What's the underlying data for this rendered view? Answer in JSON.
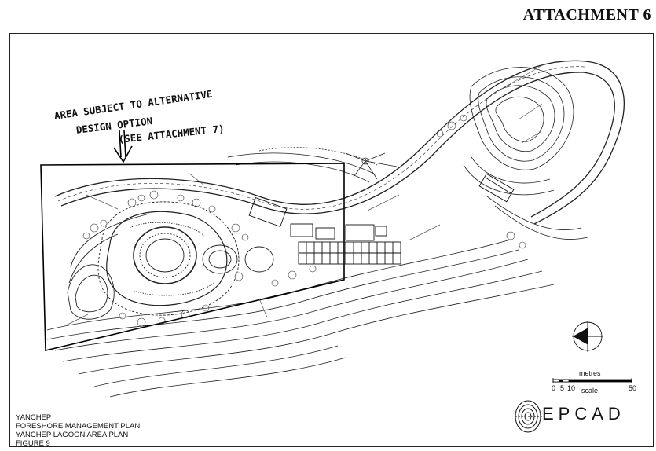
{
  "header": {
    "attachment_label": "ATTACHMENT 6"
  },
  "annotation": {
    "line1": "AREA SUBJECT TO ALTERNATIVE",
    "line2": "DESIGN OPTION",
    "line3": "(SEE ATTACHMENT 7)"
  },
  "title_block": {
    "line1": "YANCHEP",
    "line2": "FORESHORE MANAGEMENT PLAN",
    "line3": "YANCHEP LAGOON AREA PLAN",
    "line4": "FIGURE 9"
  },
  "scale_bar": {
    "unit_label": "metres",
    "ticks": [
      "0",
      "5",
      "10",
      "50"
    ],
    "caption": "scale"
  },
  "logo": {
    "text": "EPCAD",
    "icon": "fingerprint-logo-icon"
  },
  "north_arrow": {
    "icon": "north-arrow-icon"
  }
}
